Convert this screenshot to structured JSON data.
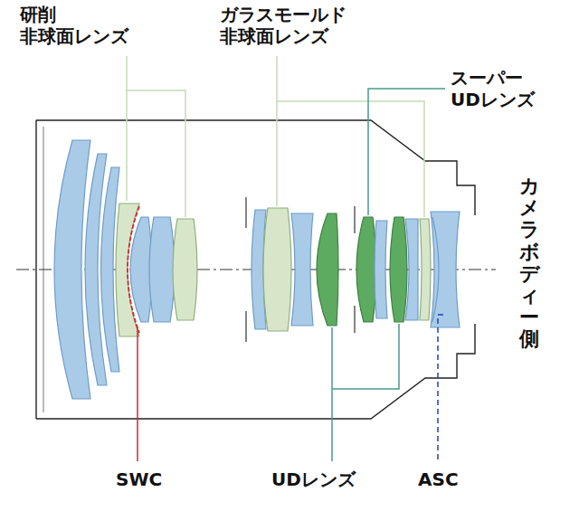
{
  "diagram": {
    "labels": [
      "研削 非球面レンズ",
      "ガラスモールド 非球面レンズ",
      "スーパー UDレンズ",
      "カメラボディー側",
      "SWC",
      "UDレンズ",
      "ASC"
    ]
  }
}
